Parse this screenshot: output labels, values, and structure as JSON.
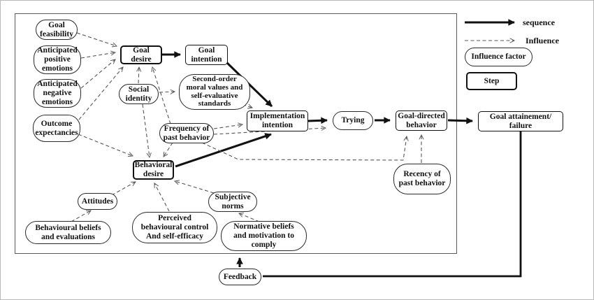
{
  "legend": {
    "sequence": "sequence",
    "influence": "Influence",
    "influence_factor": "Influence factor",
    "step": "Step"
  },
  "nodes": {
    "goal_feasibility": "Goal\nfeasibility",
    "anticipated_positive": "Anticipated\npositive\nemotions",
    "anticipated_negative": "Anticipated\nnegative\nemotions",
    "outcome_expectancies": "Outcome\nexpectancies",
    "goal_desire": "Goal\ndesire",
    "goal_intention": "Goal\nintention",
    "social_identity": "Social\nidentity",
    "second_order": "Second-order\nmoral values and\nself-evaluative\nstandards",
    "frequency_past": "Frequency of\npast behavior",
    "implementation_intention": "Implementation\nintention",
    "trying": "Trying",
    "goal_directed": "Goal-directed\nbehavior",
    "goal_attainment": "Goal attainement/\nfailure",
    "recency_past": "Recency of\npast behavior",
    "behavioral_desire": "Behavioral\ndesire",
    "attitudes": "Attitudes",
    "behavioural_beliefs": "Behavioural beliefs\nand evaluations",
    "perceived_control": "Perceived\nbehavioural control\nAnd self-efficacy",
    "subjective_norms": "Subjective\nnorms",
    "normative_beliefs": "Normative beliefs\nand motivation to\ncomply",
    "feedback": "Feedback"
  },
  "colors": {
    "solid_line": "#111111",
    "dashed_line": "#555555",
    "border": "#2a2a2a",
    "background": "#ffffff"
  }
}
